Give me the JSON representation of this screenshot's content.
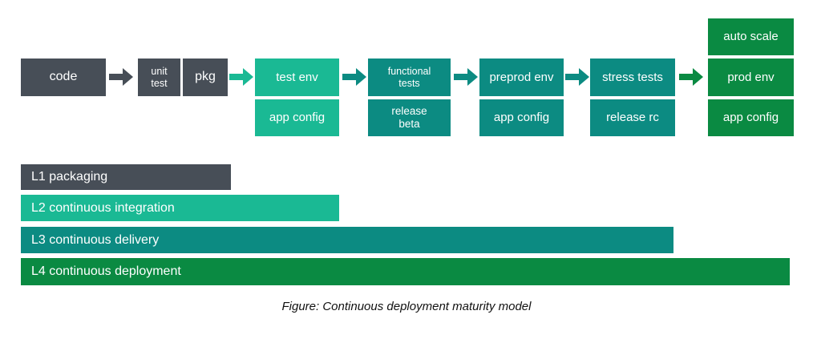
{
  "colors": {
    "dark_gray": "#474E57",
    "emerald": "#1AB994",
    "teal": "#0C8B82",
    "dark_green": "#0A8A42",
    "box_text": "#FFFFFF",
    "caption_text": "#111111",
    "background": "#FFFFFF"
  },
  "pipeline": {
    "boxes": {
      "code": "code",
      "unit_test": "unit\ntest",
      "pkg": "pkg",
      "test_env": "test env",
      "app_config_test": "app config",
      "functional_tests": "functional\ntests",
      "release_beta": "release\nbeta",
      "preprod_env": "preprod env",
      "app_config_preprod": "app config",
      "stress_tests": "stress tests",
      "release_rc": "release rc",
      "auto_scale": "auto scale",
      "prod_env": "prod env",
      "app_config_prod": "app config"
    },
    "arrows": [
      {
        "from": "code",
        "to": "unit test / pkg",
        "color_name": "dark_gray"
      },
      {
        "from": "pkg",
        "to": "test env",
        "color_name": "emerald"
      },
      {
        "from": "test env",
        "to": "functional tests",
        "color_name": "teal"
      },
      {
        "from": "functional tests",
        "to": "preprod env",
        "color_name": "teal"
      },
      {
        "from": "preprod env",
        "to": "stress tests",
        "color_name": "teal"
      },
      {
        "from": "stress tests",
        "to": "prod env",
        "color_name": "dark_green"
      }
    ]
  },
  "levels": [
    {
      "label": "L1 packaging",
      "color_name": "dark_gray"
    },
    {
      "label": "L2 continuous integration",
      "color_name": "emerald"
    },
    {
      "label": "L3 continuous delivery",
      "color_name": "teal"
    },
    {
      "label": "L4 continuous deployment",
      "color_name": "dark_green"
    }
  ],
  "caption": "Figure: Continuous deployment maturity model"
}
